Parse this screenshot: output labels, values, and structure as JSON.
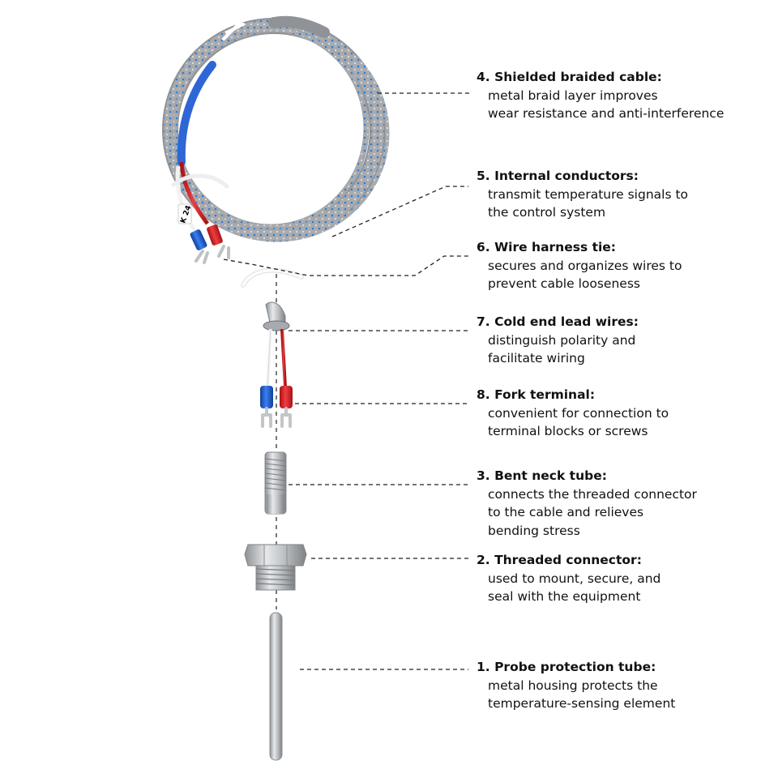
{
  "colors": {
    "leader": "#222222",
    "steel": "#b4b6b9",
    "braid_dot": "#2a7fd4",
    "wire_red": "#d8232a",
    "wire_blue": "#1f5fd1"
  },
  "labels": [
    {
      "title": "4. Shielded braided cable:",
      "desc": "metal braid layer improves\nwear resistance and anti-interference"
    },
    {
      "title": "5. Internal conductors:",
      "desc": "transmit temperature signals to\nthe control system"
    },
    {
      "title": "6. Wire harness tie:",
      "desc": "secures and organizes wires to\nprevent cable looseness"
    },
    {
      "title": "7. Cold end lead wires:",
      "desc": "distinguish polarity and\nfacilitate wiring"
    },
    {
      "title": "8. Fork terminal:",
      "desc": "convenient for connection to\nterminal blocks or screws"
    },
    {
      "title": "3. Bent neck tube:",
      "desc": "connects the threaded connector\nto the cable and relieves\nbending stress"
    },
    {
      "title": "2. Threaded connector:",
      "desc": "used to mount, secure, and\nseal with the equipment"
    },
    {
      "title": "1. Probe protection tube:",
      "desc": "metal housing protects the\ntemperature-sensing element"
    }
  ],
  "tag_text": "K 24"
}
